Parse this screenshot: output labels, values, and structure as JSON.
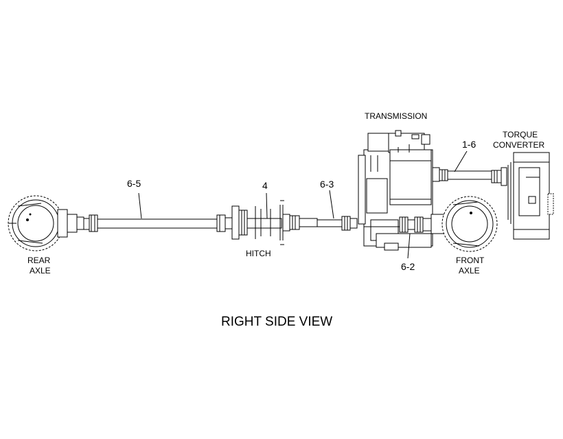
{
  "labels": {
    "transmission": "TRANSMISSION",
    "torque_converter_1": "TORQUE",
    "torque_converter_2": "CONVERTER",
    "rear_axle_1": "REAR",
    "rear_axle_2": "AXLE",
    "front_axle_1": "FRONT",
    "front_axle_2": "AXLE",
    "hitch": "HITCH"
  },
  "callouts": {
    "c65": "6-5",
    "c4": "4",
    "c63": "6-3",
    "c16": "1-6",
    "c62": "6-2"
  },
  "caption": "RIGHT SIDE VIEW"
}
